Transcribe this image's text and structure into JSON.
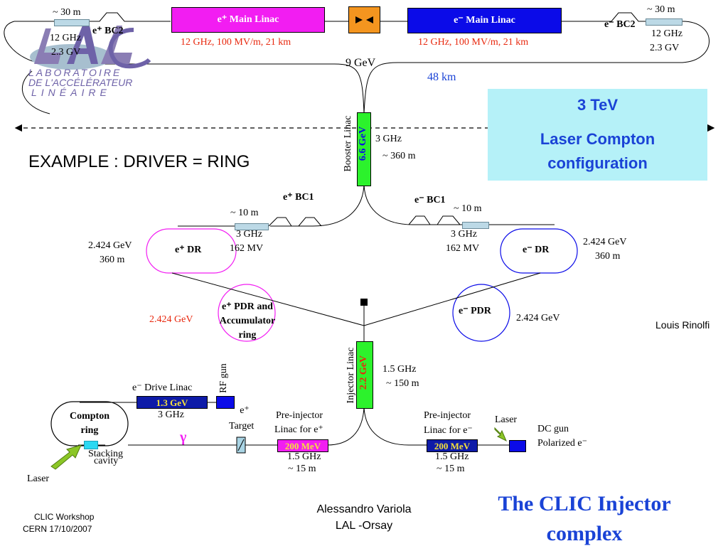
{
  "header": {
    "e_plus_main_linac": "e⁺ Main Linac",
    "e_minus_main_linac": "e⁻ Main Linac",
    "e_plus_main_linac_params": "12 GHz, 100 MV/m, 21 km",
    "e_minus_main_linac_params": "12 GHz, 100 MV/m, 21 km",
    "left_bc2_length": "~ 30 m",
    "left_bc2_label": "e⁺ BC2",
    "left_bc2_freq": "12 GHz",
    "left_bc2_voltage": "2.3 GV",
    "right_bc2_length": "~ 30 m",
    "right_bc2_label": "e⁻ BC2",
    "right_bc2_freq": "12 GHz",
    "right_bc2_voltage": "2.3 GV",
    "energy_9gev": "9 GeV",
    "length_48km": "48 km"
  },
  "logo": {
    "monogram": "LAL",
    "line1": "LABORATOIRE",
    "line2": "DE L'ACCÉLÉRATEUR",
    "line3": "LINÉAIRE"
  },
  "example_title": "EXAMPLE : DRIVER = RING",
  "info_box": {
    "line1": "3 TeV",
    "line2": "Laser Compton",
    "line3": "configuration",
    "bg_color": "#b5f1f8",
    "text_color": "#1a43d6"
  },
  "booster": {
    "name": "Booster Linac",
    "energy": "6.6 GeV",
    "freq": "3 GHz",
    "length": "~ 360 m"
  },
  "bc1": {
    "left_label": "e⁺ BC1",
    "right_label": "e⁻ BC1",
    "left_length": "~ 10 m",
    "right_length": "~ 10 m",
    "left_freq": "3 GHz",
    "right_freq": "3 GHz",
    "left_volt": "162 MV",
    "right_volt": "162 MV"
  },
  "damping_rings": {
    "left_label": "e⁺ DR",
    "right_label": "e⁻ DR",
    "left_energy": "2.424 GeV",
    "left_circ": "360 m",
    "right_energy": "2.424 GeV",
    "right_circ": "360 m"
  },
  "pdr": {
    "left_label_1": "e⁺ PDR and",
    "left_label_2": "Accumulator",
    "left_label_3": "ring",
    "left_energy": "2.424 GeV",
    "right_label": "e⁻ PDR",
    "right_energy": "2.424 GeV"
  },
  "author_right": "Louis Rinolfi",
  "injector": {
    "name": "Injector Linac",
    "energy": "2.2 GeV",
    "freq": "1.5 GHz",
    "length": "~ 150 m"
  },
  "drive_linac": {
    "label": "e⁻ Drive Linac",
    "energy": "1.3 GeV",
    "freq": "3 GHz",
    "rf_gun": "RF gun"
  },
  "compton": {
    "ring_label_1": "Compton",
    "ring_label_2": "ring",
    "gamma": "γ",
    "stacking_1": "Stacking",
    "stacking_2": "cavity",
    "laser": "Laser"
  },
  "target": {
    "label_1": "e⁺",
    "label_2": "Target"
  },
  "pre_injector_pos": {
    "label_1": "Pre-injector",
    "label_2": "Linac for e⁺",
    "energy": "200 MeV",
    "freq": "1.5 GHz",
    "length": "~ 15 m"
  },
  "pre_injector_neg": {
    "label_1": "Pre-injector",
    "label_2": "Linac for e⁻",
    "energy": "200 MeV",
    "freq": "1.5 GHz",
    "length": "~ 15 m"
  },
  "dc_gun": {
    "laser": "Laser",
    "label_1": "DC gun",
    "label_2": "Polarized e⁻"
  },
  "footer": {
    "workshop_1": "CLIC Workshop",
    "workshop_2": "CERN 17/10/2007",
    "author_1": "Alessandro Variola",
    "author_2": "LAL -Orsay",
    "title_1": "The CLIC Injector",
    "title_2": "complex"
  },
  "colors": {
    "magenta": "#f21df2",
    "blue": "#0b0be8",
    "orange": "#f4951f",
    "green": "#2cf22c",
    "navy": "#0e1ba8",
    "red": "#e8280e",
    "magnet": "#bcd9e6"
  }
}
